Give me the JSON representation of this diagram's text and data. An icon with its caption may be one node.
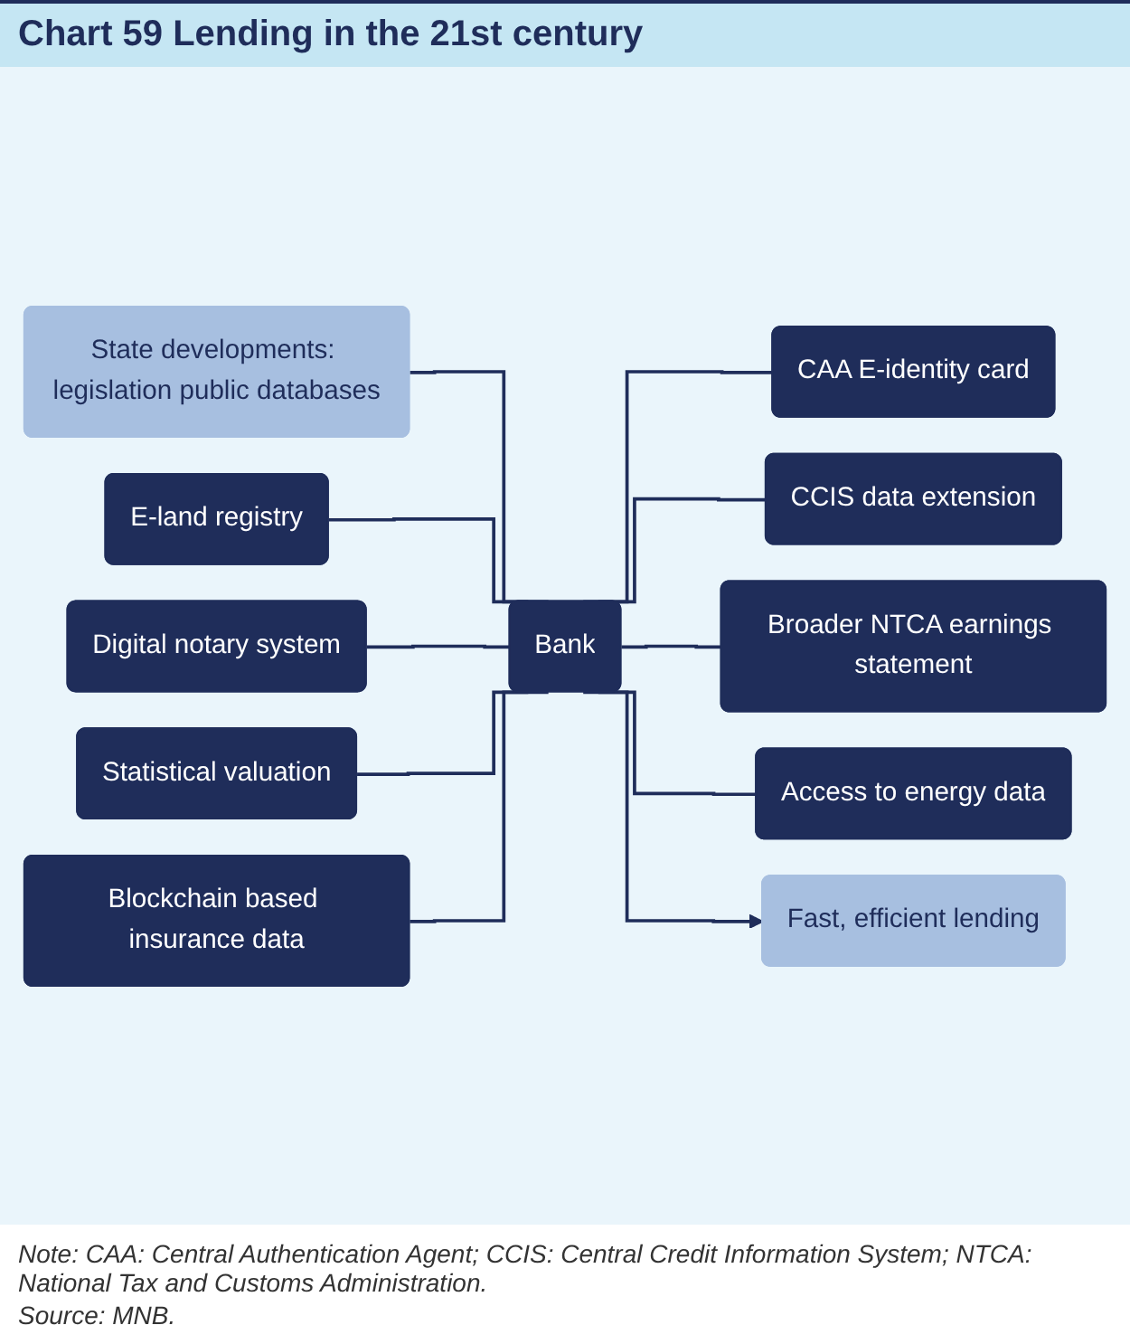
{
  "diagram": {
    "title": "Chart 59 Lending in the 21st century",
    "caption": "Note: CAA: Central Authentication Agent; CCIS: Central Credit Information System; NTCA: National Tax and Customs Administration.",
    "nodes": [
      {
        "text": [
          "State developments: legislation public databases"
        ]
      },
      {
        "text": [
          "E-land registry"
        ]
      },
      {
        "text": [
          "Digital notary system"
        ]
      },
      {
        "text": [
          "Statistical valuation"
        ]
      },
      {
        "text": [
          "Blockchain based insurance data"
        ]
      },
      {
        "text": [
          "Bank"
        ]
      },
      {
        "text": [
          "CAA E-identity card"
        ]
      },
      {
        "text": [
          "CCIS data extension"
        ]
      },
      {
        "text": [
          "Broader NTCA earnings statement"
        ]
      },
      {
        "text": [
          "Access to energy data"
        ]
      },
      {
        "text": [
          "Fast, efficient lending"
        ]
      }
    ],
    "edges": [
      {
        "from": 0,
        "to": 5,
        "arrow": "none"
      },
      {
        "from": 1,
        "to": 5,
        "arrow": "none"
      },
      {
        "from": 2,
        "to": 5,
        "arrow": "none"
      },
      {
        "from": 3,
        "to": 5,
        "arrow": "none"
      },
      {
        "from": 4,
        "to": 5,
        "arrow": "none"
      },
      {
        "from": 5,
        "to": 6,
        "arrow": "none"
      },
      {
        "from": 5,
        "to": 7,
        "arrow": "none"
      },
      {
        "from": 5,
        "to": 8,
        "arrow": "none"
      },
      {
        "from": 5,
        "to": 9,
        "arrow": "none"
      },
      {
        "from": 5,
        "to": 10,
        "arrow": "to"
      }
    ],
    "labels": [
      "Source: MNB."
    ]
  }
}
